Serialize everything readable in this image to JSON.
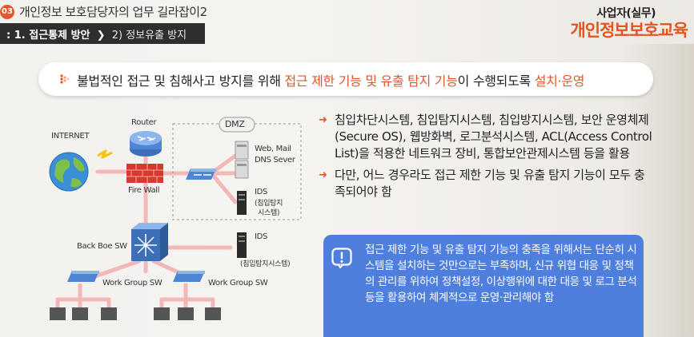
{
  "header": {
    "badge": "03",
    "title": "개인정보 보호담당자의 업무 길라잡이2",
    "breadcrumb_main": ": 1. 접근통제 방안",
    "breadcrumb_sep": "❯",
    "breadcrumb_sub": "2) 정보유출 방지"
  },
  "brand": {
    "top": "사업자(실무)",
    "main": "개인정보보호교육"
  },
  "banner": {
    "part1": "불법적인 접근 및 침해사고 방지를 위해 ",
    "highlight1": "접근 제한 기능 및 유출 탐지 기능",
    "part2": "이 수행되도록 ",
    "highlight2": "설치·운영"
  },
  "bullets": [
    "침입차단시스템, 침입탐지시스템, 침입방지시스템, 보안 운영체제(Secure OS), 웹방화벽, 로그분석시스템, ACL(Access Control List)을 적용한 네트워크 장비, 통합보안관제시스템 등을 활용",
    "다만, 어느 경우라도 접근 제한 기능 및 유출 탐지 기능이 모두 충족되어야 함"
  ],
  "info": {
    "text": "접근 제한 기능 및 유출 탐지 기능의 충족을 위해서는 단순히 시스템을 설치하는 것만으로는 부족하며, 신규 위협 대응 및 정책의 관리를 위하여 정책설정, 이상행위에 대한 대응 및 로그 분석 등을 활용하여 체계적으로 운영·관리해야 함"
  },
  "diagram": {
    "internet": "INTERNET",
    "router": "Router",
    "firewall": "Fire Wall",
    "dmz": "DMZ",
    "web_mail_1": "Web, Mail",
    "web_mail_2": "DNS Sever",
    "ids_dmz_1": "IDS",
    "ids_dmz_2": "(침입탐지",
    "ids_dmz_3": "시스템)",
    "backbone": "Back Boe SW",
    "ids_main_1": "IDS",
    "ids_main_2": "(침입탐지시스템)",
    "workgroup_left": "Work Group SW",
    "workgroup_right": "Work Group SW"
  },
  "colors": {
    "accent": "#e2552a",
    "info_bg": "#4f7fdd",
    "brand": "#e5531f"
  }
}
